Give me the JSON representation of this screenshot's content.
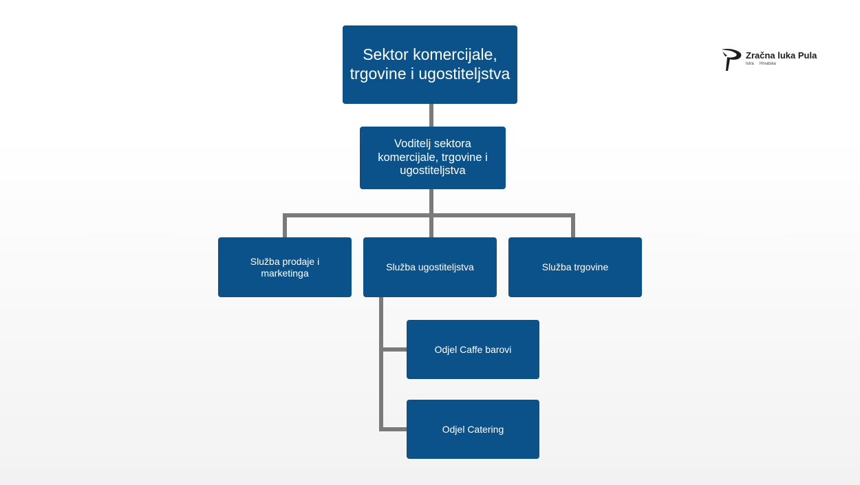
{
  "org_chart": {
    "root": "Sektor komercijale, trgovine i ugostiteljstva",
    "head": "Voditelj sektora komercijale, trgovine i ugostiteljstva",
    "services": [
      "Služba prodaje i marketinga",
      "Služba ugostiteljstva",
      "Služba trgovine"
    ],
    "departments": [
      "Odjel Caffe barovi",
      "Odjel Catering"
    ]
  },
  "logo": {
    "name": "Zračna luka Pula",
    "sub_left": "Istra",
    "sub_right": "Hrvatska"
  },
  "colors": {
    "node_fill": "#0a5289",
    "node_text": "#ffffff",
    "connector": "#7a7a7a"
  }
}
